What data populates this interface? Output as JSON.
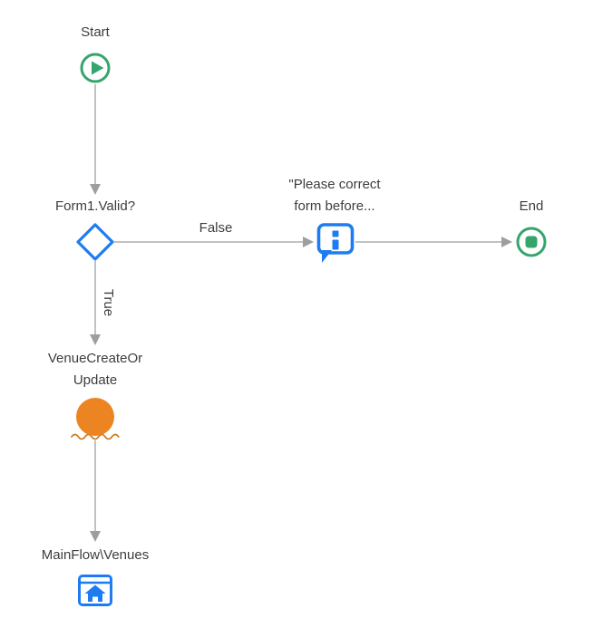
{
  "colors": {
    "green": "#35a56c",
    "blue": "#1d7cf2",
    "orange": "#ec8421",
    "connector": "#adadad",
    "arrowhead": "#9e9e9e",
    "text": "#3d3d3d",
    "warning": "#cd7c1f",
    "canvas": "#ffffff"
  },
  "nodes": {
    "start": {
      "label": "Start",
      "type": "start",
      "icon": "play-circle-icon"
    },
    "if": {
      "label": "Form1.Valid?",
      "type": "if",
      "icon": "diamond-icon"
    },
    "message": {
      "label": "\"Please correct\nform before...",
      "type": "message",
      "icon": "message-info-icon"
    },
    "end": {
      "label": "End",
      "type": "end",
      "icon": "stop-circle-icon"
    },
    "server_action": {
      "label": "VenueCreateOr\nUpdate",
      "type": "server-action",
      "icon": "action-circle-icon",
      "has_warning": true
    },
    "destination": {
      "label": "MainFlow\\Venues",
      "type": "destination",
      "icon": "screen-home-icon"
    }
  },
  "connectors": {
    "if_false": {
      "label": "False"
    },
    "if_true": {
      "label": "True"
    }
  }
}
